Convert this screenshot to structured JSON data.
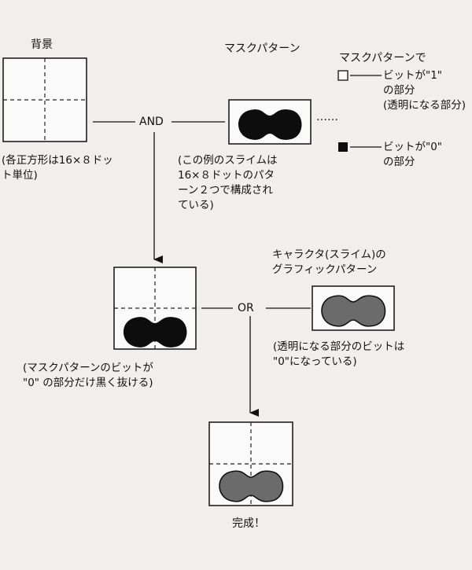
{
  "labels": {
    "background": "背景",
    "background_note": "(各正方形は16×８ドッ\nト単位)",
    "mask_pattern": "マスクパターン",
    "mask_note": "(この例のスライムは\n16×８ドットのパタ\nーン２つで構成され\nている)",
    "legend_title": "マスクパターンで",
    "legend_white": "ビットが\"1\"\nの部分\n(透明になる部分)",
    "legend_black": "ビットが\"0\"\nの部分",
    "and_op": "AND",
    "or_op": "OR",
    "char_pattern": "キャラクタ(スライム)の\nグラフィックパターン",
    "char_note": "(透明になる部分のビットは\n\"0\"になっている)",
    "result_note": "(マスクパターンのビットが\n\"0\" の部分だけ黒く抜ける)",
    "complete": "完成！",
    "ellipsis": "……"
  },
  "colors": {
    "page_bg": "#f1efec",
    "mask_black": "#0d0d0d",
    "character_gray": "#6b6b6b"
  }
}
